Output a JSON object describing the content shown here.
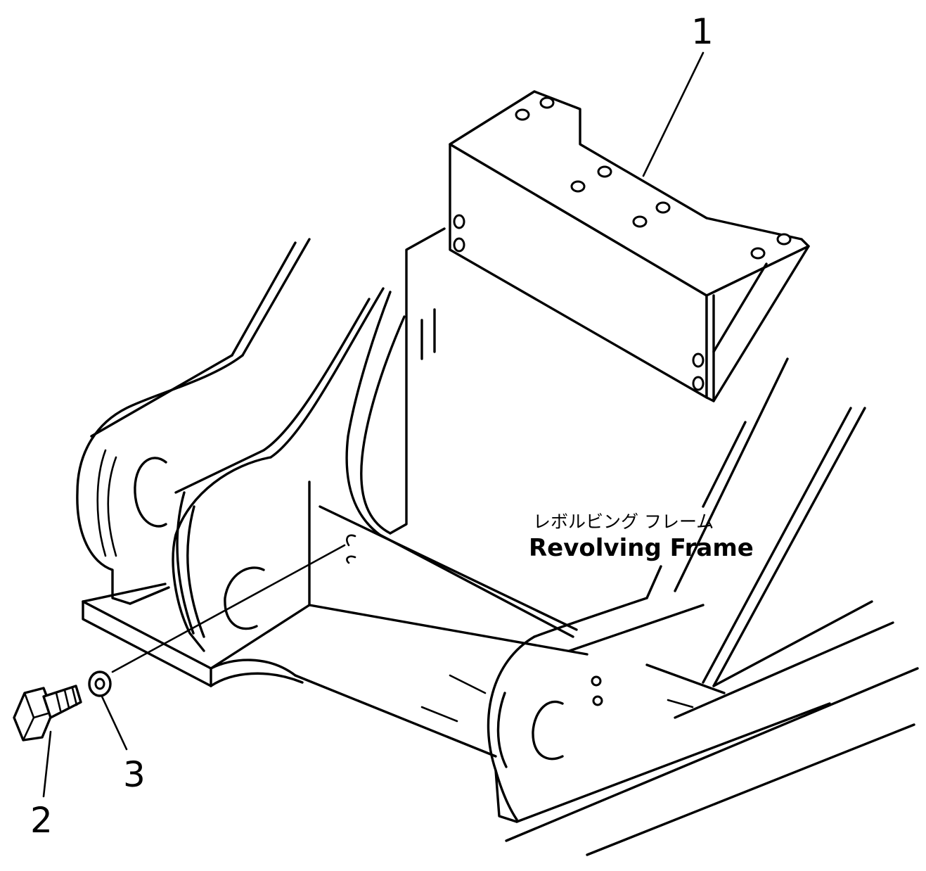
{
  "callouts": [
    {
      "id": "1",
      "label": "1"
    },
    {
      "id": "2",
      "label": "2"
    },
    {
      "id": "3",
      "label": "3"
    }
  ],
  "frame_label": {
    "japanese": "レボルビング フレーム",
    "english": "Revolving Frame"
  }
}
